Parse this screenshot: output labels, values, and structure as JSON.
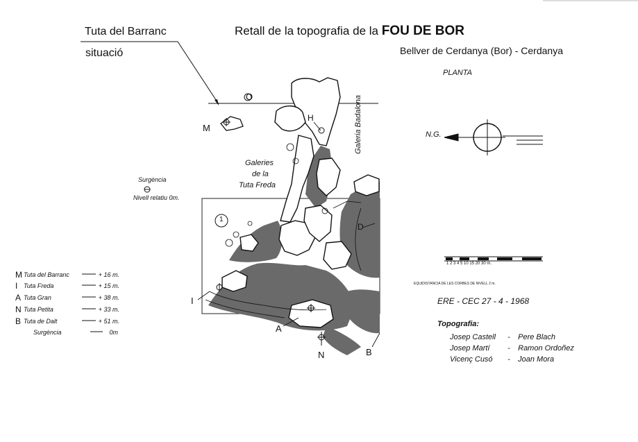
{
  "header": {
    "title_prefix": "Retall de la topografia de la ",
    "title_name": "FOU DE BOR",
    "location": "Bellver de Cerdanya (Bor)  - Cerdanya",
    "view": "PLANTA"
  },
  "callout": {
    "name": "Tuta del Barranc",
    "sub": "situació"
  },
  "map_labels": {
    "galeria_badalona": "Galeria Badalona",
    "galeries_1": "Galeries",
    "galeries_2": "de   la",
    "galeries_3": "Tuta Freda",
    "surgencia": "Surgència",
    "nivell": "Nivell  relatiu  0m.",
    "O": "O",
    "M": "M",
    "H": "H",
    "D": "D",
    "I": "I",
    "A": "A",
    "N": "N",
    "B": "B",
    "box_number": "1"
  },
  "north": {
    "label": "N.G."
  },
  "scale": {
    "ticks": "1 2 3 4 5    10     15     20            30 m.",
    "equidistance": "EQUIDISTANCIA   DE  LES  CORBES  DE  NIVELL  2 m."
  },
  "survey": {
    "team": "ERE - CEC   27 - 4 - 1968",
    "topo_title": "Topografia:",
    "people": [
      {
        "a": "Josep Castell",
        "sep": "-",
        "b": "Pere Blach"
      },
      {
        "a": "Josep Martí",
        "sep": "-",
        "b": "Ramon Ordoñez"
      },
      {
        "a": "Vicenç Cusó",
        "sep": "-",
        "b": "Joan Mora"
      }
    ]
  },
  "legend": [
    {
      "key": "M",
      "name": "Tuta del Barranc",
      "value": "+ 16 m."
    },
    {
      "key": "I",
      "name": "Tuta Freda",
      "value": "+ 15 m."
    },
    {
      "key": "A",
      "name": "Tuta Gran",
      "value": "+ 38 m."
    },
    {
      "key": "N",
      "name": "Tuta  Petita",
      "value": "+ 33 m."
    },
    {
      "key": "B",
      "name": "Tuta  de Dalt",
      "value": "+ 51 m."
    },
    {
      "key": "",
      "name": "Surgència",
      "value": "0m"
    }
  ]
}
